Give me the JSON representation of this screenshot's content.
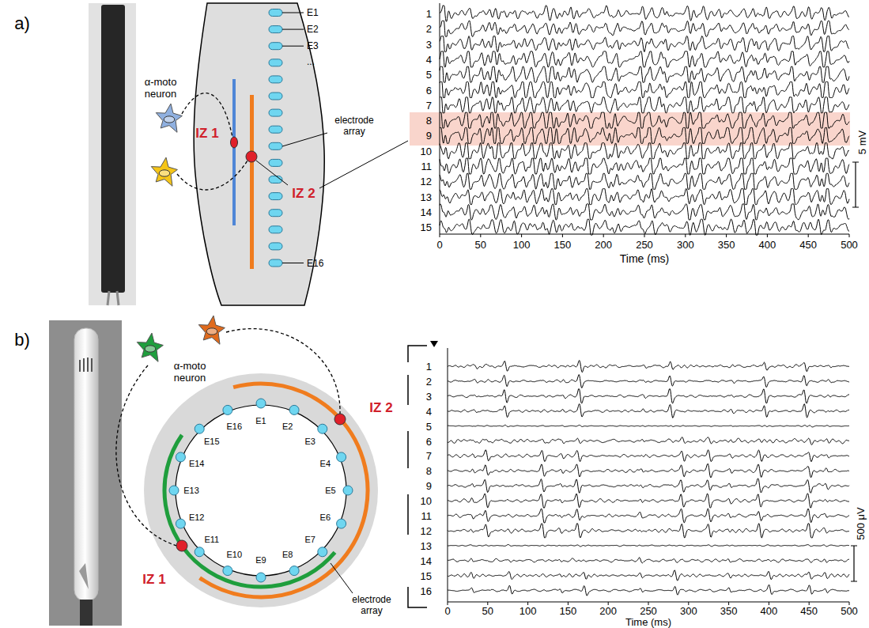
{
  "diagram": {
    "labels": [
      "a)",
      "α-moto neuron",
      "E1",
      "E2",
      "E3",
      "...",
      "electrode array",
      "E16",
      "IZ 1",
      "IZ 2",
      "1",
      "2",
      "3",
      "4",
      "5",
      "6",
      "7",
      "8",
      "9",
      "10",
      "11",
      "12",
      "13",
      "14",
      "15",
      "5 mV",
      "0",
      "50",
      "100",
      "150",
      "200",
      "250",
      "300",
      "350",
      "400",
      "450",
      "500",
      "Time (ms)",
      "b)",
      "α-moto neuron",
      "IZ 2",
      "E1",
      "E2",
      "E3",
      "E4",
      "E5",
      "E6",
      "E7",
      "E8",
      "E9",
      "E10",
      "E11",
      "E12",
      "E13",
      "E14",
      "E15",
      "E16",
      "IZ 1",
      "electrode array",
      "1",
      "2",
      "3",
      "4",
      "5",
      "6",
      "7",
      "8",
      "9",
      "10",
      "11",
      "12",
      "13",
      "14",
      "15",
      "16",
      "500 μV",
      "0",
      "50",
      "100",
      "150",
      "200",
      "250",
      "300",
      "350",
      "400",
      "450",
      "500",
      "Time (ms)"
    ]
  }
}
